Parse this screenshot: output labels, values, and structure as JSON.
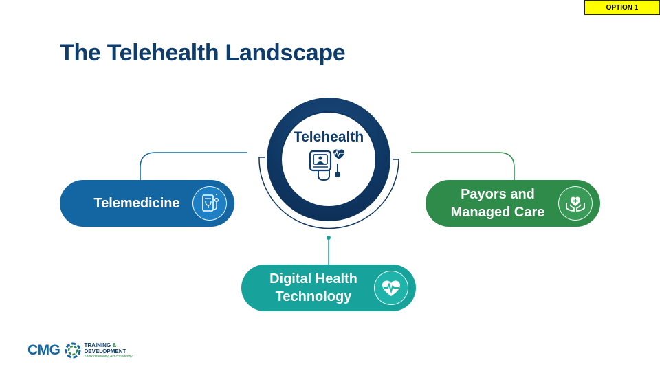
{
  "option_tag": "OPTION 1",
  "title": "The Telehealth Landscape",
  "hub": {
    "label": "Telehealth",
    "icon": "telehealth-device-icon"
  },
  "nodes": [
    {
      "id": "telemedicine",
      "label": "Telemedicine",
      "icon": "tablet-stethoscope-icon",
      "color": "#1466a3"
    },
    {
      "id": "payors",
      "label_line1": "Payors and",
      "label_line2": "Managed Care",
      "icon": "hands-heart-icon",
      "color": "#2e8b4a"
    },
    {
      "id": "digital",
      "label_line1": "Digital Health",
      "label_line2": "Technology",
      "icon": "heartbeat-icon",
      "color": "#17a39b"
    }
  ],
  "colors": {
    "navy": "#0e3d6b",
    "blue": "#1466a3",
    "green": "#2e8b4a",
    "teal": "#17a39b"
  },
  "logo": {
    "brand": "CMG",
    "line1": "TRAINING",
    "amp": "&",
    "line2": "DEVELOPMENT",
    "tagline": "Think differently. Act confidently."
  }
}
